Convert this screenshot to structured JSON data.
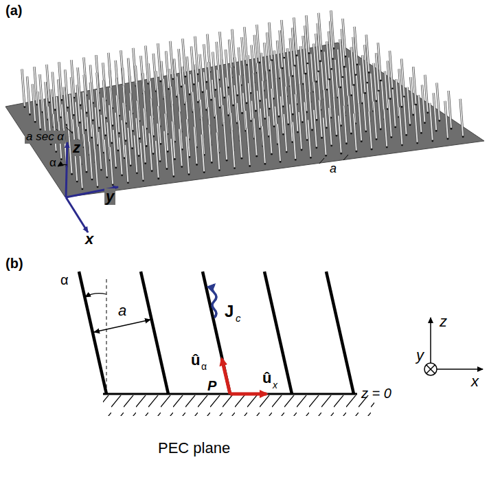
{
  "diagram": {
    "labels": [
      "(a)",
      "a sec α",
      "α",
      "z",
      "y",
      "x",
      "a",
      "(b)",
      "α",
      "a",
      "J",
      "c",
      "û",
      "α",
      "P",
      "û",
      "x",
      "z = 0",
      "z",
      "y",
      "x",
      "PEC plane"
    ]
  }
}
